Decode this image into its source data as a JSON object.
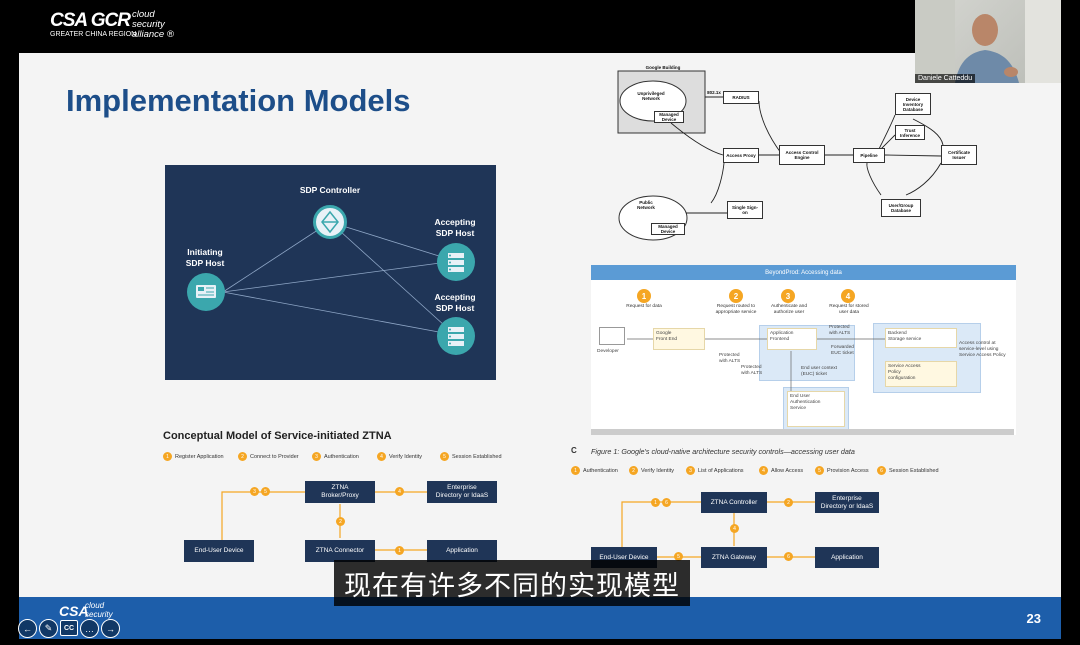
{
  "top_logo": {
    "mark": "CSA GCR",
    "region": "GREATER CHINA REGION",
    "side": [
      "cloud",
      "security",
      "alliance ®"
    ]
  },
  "slide": {
    "title": "Implementation Models",
    "sdp": {
      "controller": "SDP Controller",
      "initiating": [
        "Initiating",
        "SDP Host"
      ],
      "accepting1": [
        "Accepting",
        "SDP Host"
      ],
      "accepting2": [
        "Accepting",
        "SDP Host"
      ]
    },
    "ztna": {
      "title": "Conceptual Model of Service-initiated ZTNA",
      "legend": [
        {
          "n": "1",
          "label": "Register Application"
        },
        {
          "n": "2",
          "label": "Connect to Provider"
        },
        {
          "n": "3",
          "label": "Authentication"
        },
        {
          "n": "4",
          "label": "Verify Identity"
        },
        {
          "n": "5",
          "label": "Session Established"
        }
      ],
      "boxes": {
        "broker": [
          "ZTNA",
          "Broker/Proxy"
        ],
        "directory": [
          "Enterprise",
          "Directory or IdaaS"
        ],
        "device": "End-User Device",
        "connector": "ZTNA Connector",
        "application": "Application"
      },
      "nums": {
        "a": "3",
        "b": "5",
        "c": "4",
        "d": "2",
        "e": "1"
      }
    },
    "google_building": {
      "title": "Google Building",
      "unprivileged": [
        "Unprivileged",
        "Network"
      ],
      "managed_device": "Managed Device",
      "dot1x": "802.1x",
      "radius": "RADIUS",
      "access_proxy": "Access Proxy",
      "ace": [
        "Access Control",
        "Engine"
      ],
      "pipeline": "Pipeline",
      "device_inventory": [
        "Device",
        "Inventory",
        "Database"
      ],
      "trust": [
        "Trust",
        "Inference"
      ],
      "cert": [
        "Certificate",
        "Issuer"
      ],
      "sso": [
        "Single Sign-",
        "on"
      ],
      "public": [
        "Public",
        "Network"
      ],
      "managed_device2": "Managed Device",
      "user_group": [
        "User/Group",
        "Database"
      ]
    },
    "beyondprod": {
      "header": "BeyondProd: Accessing data",
      "steps": [
        {
          "n": "1",
          "text": [
            "Request for data"
          ]
        },
        {
          "n": "2",
          "text": [
            "Request routed to",
            "appropriate service"
          ]
        },
        {
          "n": "3",
          "text": [
            "Authenticate and",
            "authorize user"
          ]
        },
        {
          "n": "4",
          "text": [
            "Request for stored",
            "user data"
          ]
        }
      ],
      "developer": "Developer",
      "gfe": [
        "Google",
        "Front End"
      ],
      "prot1": [
        "Protected",
        "with ALTS"
      ],
      "prot2": [
        "Protected",
        "with ALTS"
      ],
      "prot3": [
        "Protected",
        "with ALTS"
      ],
      "app_frontend": [
        "Application",
        "Frontend"
      ],
      "forwarded": [
        "Forwarded",
        "EUC ticket"
      ],
      "euc": [
        "End user context",
        "(EUC) ticket"
      ],
      "backend": [
        "Backend",
        "Storage service"
      ],
      "sap": [
        "Service Access",
        "Policy",
        "configuration"
      ],
      "access_note": [
        "Access control at",
        "service-level using",
        "Service Access Policy"
      ],
      "euas": [
        "End User",
        "Authentication",
        "Service"
      ]
    },
    "fig_marker": "C",
    "fig_caption": "Figure 1: Google's cloud-native architecture security controls—accessing user data",
    "ztna2": {
      "legend": [
        {
          "n": "1",
          "label": "Authentication"
        },
        {
          "n": "2",
          "label": "Verify Identity"
        },
        {
          "n": "3",
          "label": "List of Applications"
        },
        {
          "n": "4",
          "label": "Allow Access"
        },
        {
          "n": "5",
          "label": "Provision Access"
        },
        {
          "n": "6",
          "label": "Session Established"
        }
      ],
      "boxes": {
        "controller": "ZTNA Controller",
        "directory": [
          "Enterprise",
          "Directory or IdaaS"
        ],
        "device": "End-User Device",
        "gateway": "ZTNA Gateway",
        "application": "Application"
      },
      "nums": {
        "a": "1",
        "b": "6",
        "c": "2",
        "d": "4",
        "e": "5",
        "f": "6"
      }
    },
    "footer": {
      "logo": "CSA",
      "logo_side": [
        "cloud",
        "security"
      ],
      "page": "23"
    }
  },
  "video": {
    "name": "Daniele Catteddu"
  },
  "subtitle": "现在有许多不同的实现模型",
  "controls": [
    {
      "name": "prev-icon",
      "glyph": "←"
    },
    {
      "name": "pen-icon",
      "glyph": "✎"
    },
    {
      "name": "captions-icon",
      "glyph": "CC"
    },
    {
      "name": "more-icon",
      "glyph": "…"
    },
    {
      "name": "next-icon",
      "glyph": "→"
    }
  ]
}
